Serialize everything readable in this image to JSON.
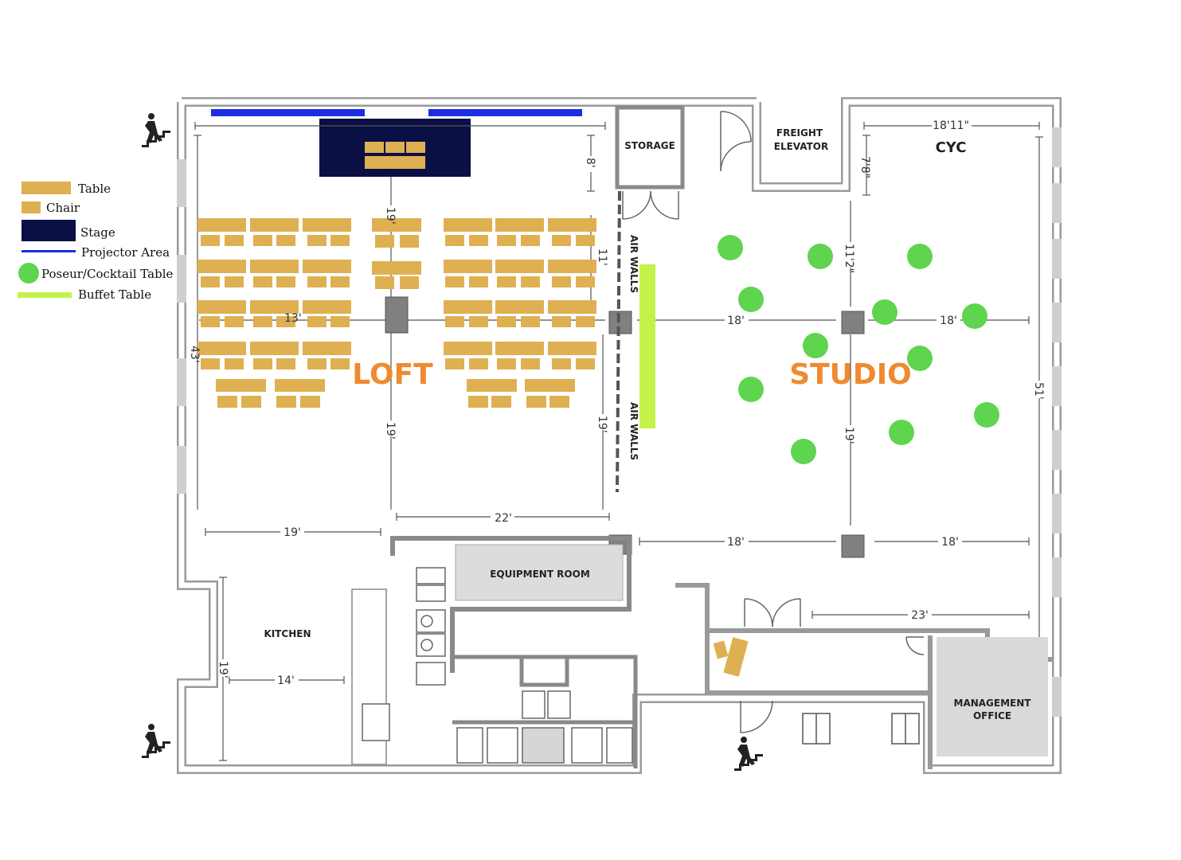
{
  "legend": {
    "table": "Table",
    "chair": "Chair",
    "stage": "Stage",
    "projector": "Projector Area",
    "poseur": "Poseur/Cocktail Table",
    "buffet": "Buffet Table"
  },
  "rooms": {
    "loft": "LOFT",
    "studio": "STUDIO",
    "storage": "STORAGE",
    "freight_1": "FREIGHT",
    "freight_2": "ELEVATOR",
    "cyc": "CYC",
    "equipment": "EQUIPMENT ROOM",
    "kitchen": "KITCHEN",
    "mgmt_1": "MANAGEMENT",
    "mgmt_2": "OFFICE",
    "airwall_top": "AIR WALLS",
    "airwall_bottom": "AIR WALLS"
  },
  "dims": {
    "d_18_11": "18'11\"",
    "d_7_8": "7'8\"",
    "d_8": "8'",
    "d_19_top": "19'",
    "d_11": "11'",
    "d_11_2": "11'2\"",
    "d_13": "13'",
    "d_18_center": "18'",
    "d_18_studio_l": "18'",
    "d_18_studio_r": "18'",
    "d_43": "43'",
    "d_51": "51'",
    "d_19_mid": "19'",
    "d_19_right": "19'",
    "d_19_studio": "19'",
    "d_22": "22'",
    "d_19_bottom": "19'",
    "d_18_bl": "18'",
    "d_18_br": "18'",
    "d_23": "23'",
    "d_19_kitchen": "19'",
    "d_14": "14'"
  },
  "colors": {
    "table": "#dfb052",
    "stage": "#0a0f45",
    "projector": "#1b2ee0",
    "poseur": "#5fd44f",
    "buffet": "#c3f24a",
    "wall": "#9a9a9a",
    "label": "#ee8a2f"
  }
}
